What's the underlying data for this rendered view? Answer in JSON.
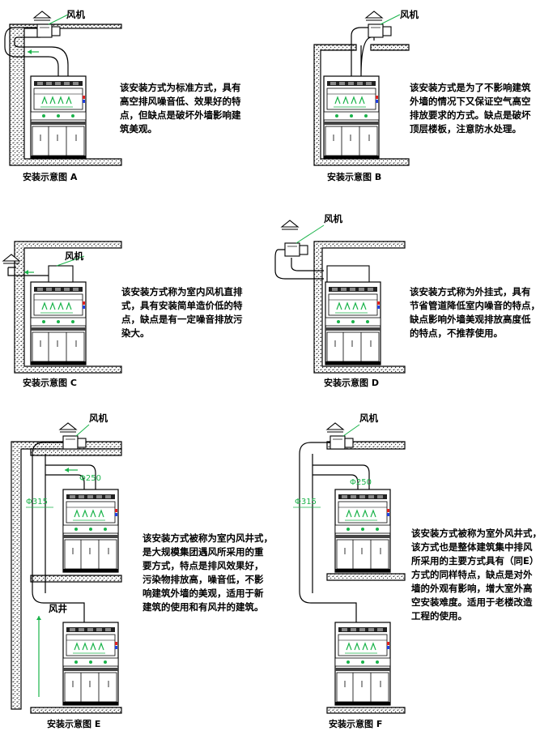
{
  "diagrams": [
    {
      "caption": "安装示意图 A",
      "fan_label": "风机",
      "lines": [
        "该安装方式为标准方式，具有",
        "高空排风噪音低、效果好的特",
        "点，但缺点是破坏外墙影响建",
        "筑美观。"
      ]
    },
    {
      "caption": "安装示意图 B",
      "fan_label": "风机",
      "lines": [
        "该安装方式是为了不影响建筑",
        "外墙的情况下又保证空气高空",
        "排放要求的方式。缺点是破坏",
        "顶层楼板，注意防水处理。"
      ]
    },
    {
      "caption": "安装示意图 C",
      "fan_label": "风机",
      "lines": [
        "该安装方式称为室内风机直排",
        "式，具有安装简单造价低的特",
        "点，缺点是有一定噪音排放污",
        "染大。"
      ]
    },
    {
      "caption": "安装示意图 D",
      "fan_label": "风机",
      "lines": [
        "该安装方式称为外挂式，具有",
        "节省管道降低室内噪音的特点，",
        "缺点影响外墙美观排放高度低",
        "的特点，不推荐使用。"
      ]
    },
    {
      "caption": "安装示意图 E",
      "fan_label": "风机",
      "shaft_label": "风井",
      "dim_small": "Φ250",
      "dim_large": "Φ315",
      "lines": [
        "该安装方式被称为室内风井式，",
        "是大规模集团遇风所采用的重",
        "要方式，特点是排风效果好，",
        "污染物排放高，噪音低，不影",
        "响建筑外墙的美观，适用于新",
        "建筑的使用和有风井的建筑。"
      ]
    },
    {
      "caption": "安装示意图 F",
      "fan_label": "风机",
      "dim_small": "Φ250",
      "dim_large": "Φ315",
      "lines": [
        "该安装方式被称为室外风井式，",
        "该方式也是整体建筑集中排风",
        "所采用的主要方式具有（同E）",
        "方式的同样特点，缺点是对外",
        "墙的外观有影响，增大室外高",
        "空安装难度。适用于老楼改造",
        "工程的使用。"
      ]
    }
  ],
  "colors": {
    "accent_green": "#1ab34a",
    "line": "#000000",
    "hatch": "#555555"
  }
}
